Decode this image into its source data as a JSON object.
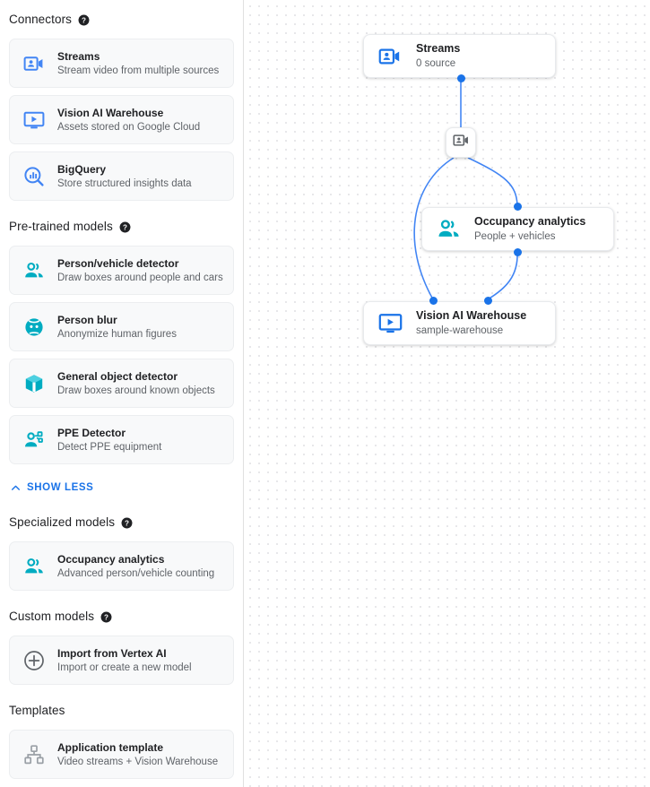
{
  "colors": {
    "blue": "#1a73e8",
    "blue_light": "#4285f4",
    "teal": "#00acc1",
    "gray": "#5f6368",
    "card_bg": "#f8f9fa",
    "edge": "#4285f4"
  },
  "sidebar": {
    "sections": [
      {
        "title": "Connectors",
        "help": "help-icon",
        "items": [
          {
            "title": "Streams",
            "subtitle": "Stream video from multiple sources",
            "icon": "video-camera-person-icon",
            "color": "blue"
          },
          {
            "title": "Vision AI Warehouse",
            "subtitle": "Assets stored on Google Cloud",
            "icon": "monitor-play-icon",
            "color": "blue"
          },
          {
            "title": "BigQuery",
            "subtitle": "Store structured insights data",
            "icon": "magnifier-barchart-icon",
            "color": "blue"
          }
        ]
      },
      {
        "title": "Pre-trained models",
        "help": "help-icon",
        "items": [
          {
            "title": "Person/vehicle detector",
            "subtitle": "Draw boxes around people and cars",
            "icon": "people-icon",
            "color": "teal"
          },
          {
            "title": "Person blur",
            "subtitle": "Anonymize human figures",
            "icon": "face-blur-icon",
            "color": "teal"
          },
          {
            "title": "General object detector",
            "subtitle": "Draw boxes around known objects",
            "icon": "cube-icon",
            "color": "teal"
          },
          {
            "title": "PPE Detector",
            "subtitle": "Detect PPE equipment",
            "icon": "person-ppe-icon",
            "color": "teal"
          }
        ],
        "show_less_label": "SHOW LESS",
        "show_less_icon": "chevron-up-icon"
      },
      {
        "title": "Specialized models",
        "help": "help-icon",
        "items": [
          {
            "title": "Occupancy analytics",
            "subtitle": "Advanced person/vehicle counting",
            "icon": "people-icon",
            "color": "teal"
          }
        ]
      },
      {
        "title": "Custom models",
        "help": "help-icon",
        "items": [
          {
            "title": "Import from Vertex AI",
            "subtitle": "Import or create a new model",
            "icon": "plus-circle-icon",
            "color": "gray"
          }
        ]
      },
      {
        "title": "Templates",
        "help": null,
        "items": [
          {
            "title": "Application template",
            "subtitle": "Video streams + Vision Warehouse",
            "icon": "hierarchy-icon",
            "color": "gray"
          }
        ]
      }
    ]
  },
  "graph": {
    "nodes": [
      {
        "id": "streams",
        "title": "Streams",
        "subtitle": "0 source",
        "icon": "video-camera-person-icon"
      },
      {
        "id": "occupancy",
        "title": "Occupancy analytics",
        "subtitle": "People + vehicles",
        "icon": "people-icon"
      },
      {
        "id": "warehouse",
        "title": "Vision AI Warehouse",
        "subtitle": "sample-warehouse",
        "icon": "monitor-play-icon"
      }
    ],
    "mini_node": {
      "id": "stream-relay",
      "icon": "video-camera-person-icon"
    }
  }
}
